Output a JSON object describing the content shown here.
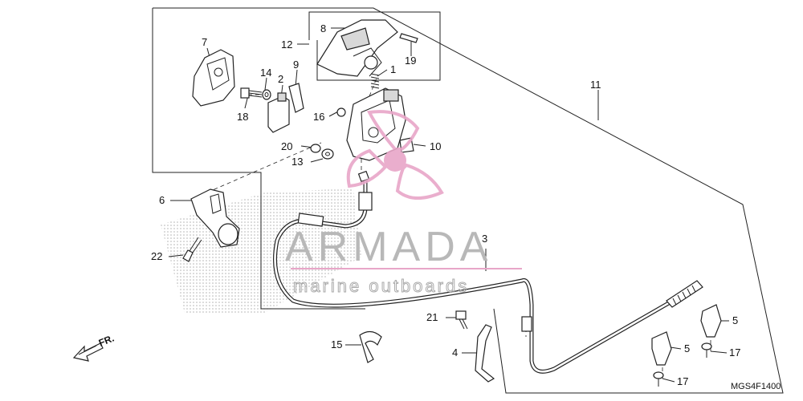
{
  "diagram": {
    "callouts": [
      {
        "id": "c7",
        "label": "7"
      },
      {
        "id": "c8",
        "label": "8"
      },
      {
        "id": "c12",
        "label": "12"
      },
      {
        "id": "c19",
        "label": "19"
      },
      {
        "id": "c1",
        "label": "1"
      },
      {
        "id": "c9",
        "label": "9"
      },
      {
        "id": "c14",
        "label": "14"
      },
      {
        "id": "c2",
        "label": "2"
      },
      {
        "id": "c18",
        "label": "18"
      },
      {
        "id": "c16",
        "label": "16"
      },
      {
        "id": "c11",
        "label": "11"
      },
      {
        "id": "c20",
        "label": "20"
      },
      {
        "id": "c10",
        "label": "10"
      },
      {
        "id": "c13",
        "label": "13"
      },
      {
        "id": "c6",
        "label": "6"
      },
      {
        "id": "c22",
        "label": "22"
      },
      {
        "id": "c3",
        "label": "3"
      },
      {
        "id": "c21",
        "label": "21"
      },
      {
        "id": "c15",
        "label": "15"
      },
      {
        "id": "c4",
        "label": "4"
      },
      {
        "id": "c5a",
        "label": "5"
      },
      {
        "id": "c5b",
        "label": "5"
      },
      {
        "id": "c17a",
        "label": "17"
      },
      {
        "id": "c17b",
        "label": "17"
      }
    ],
    "direction_label": "FR.",
    "drawing_code": "MGS4F1400"
  },
  "watermark": {
    "brand": "ARMADA",
    "tagline": "marine outboards",
    "colors": {
      "logo": "#e8a6c8",
      "text": "#b8b8b8"
    }
  }
}
